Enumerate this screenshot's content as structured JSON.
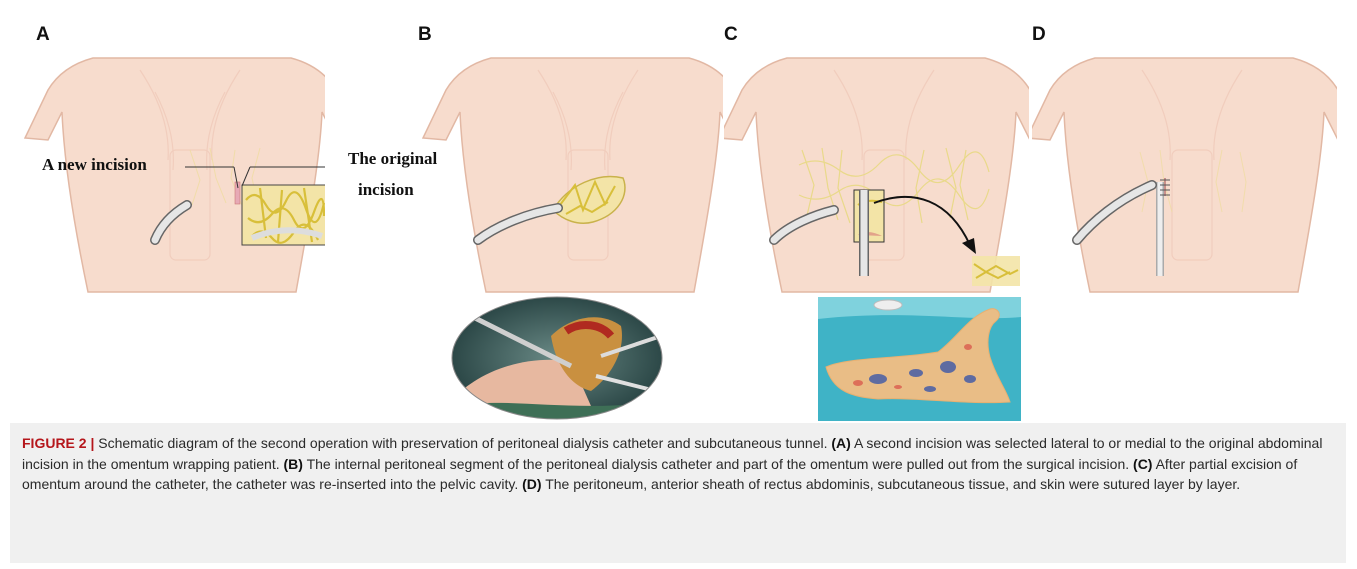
{
  "panels": [
    {
      "letter": "A"
    },
    {
      "letter": "B"
    },
    {
      "letter": "C"
    },
    {
      "letter": "D"
    }
  ],
  "annotations": {
    "new_incision": "A new incision",
    "original_incision_line1": "The original",
    "original_incision_line2": "incision"
  },
  "caption": {
    "figure_label": "FIGURE 2 |",
    "intro": "Schematic diagram of the second operation with preservation of peritoneal dialysis catheter and subcutaneous tunnel.",
    "a_tag": "(A)",
    "a_text": "A second incision was selected lateral to or medial to the original abdominal incision in the omentum wrapping patient.",
    "b_tag": "(B)",
    "b_text": "The internal peritoneal segment of the peritoneal dialysis catheter and part of the omentum were pulled out from the surgical incision.",
    "c_tag": "(C)",
    "c_text": "After partial excision of omentum around the catheter, the catheter was re-inserted into the pelvic cavity.",
    "d_tag": "(D)",
    "d_text": "The peritoneum, anterior sheath of rectus abdominis, subcutaneous tissue, and skin were sutured layer by layer."
  },
  "colors": {
    "skin": "#f7dccd",
    "skin_outline": "#e2b8a4",
    "omentum": "#e8d46a",
    "catheter": "#d9d9d9",
    "caption_bg": "#f0f0f0",
    "figure_label": "#b5161b"
  }
}
